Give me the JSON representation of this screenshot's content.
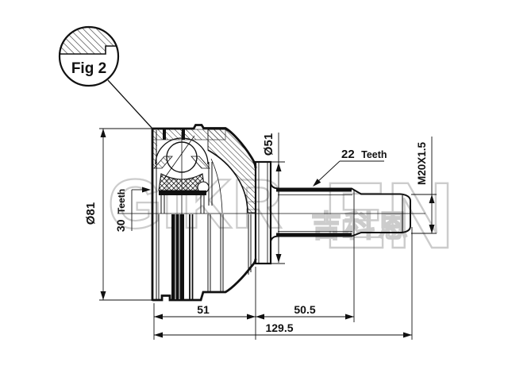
{
  "figure": {
    "label": "Fig 2"
  },
  "dimensions": {
    "outer_diameter": "Ø81",
    "inner_spline_count": "30",
    "inner_spline_unit": "Teeth",
    "shaft_spline_count": "22",
    "shaft_spline_unit": "Teeth",
    "flange_diameter": "Ø51",
    "thread_spec": "M20X1.5",
    "joint_length": "51",
    "shaft_length": "50.5",
    "total_length": "129.5"
  },
  "watermark": {
    "brand_latin": "GIKR",
    "brand_suffix": "EN",
    "brand_cjk": "吉科恩"
  },
  "colors": {
    "line": "#111111",
    "background": "#ffffff",
    "watermark": "#cccccc"
  }
}
